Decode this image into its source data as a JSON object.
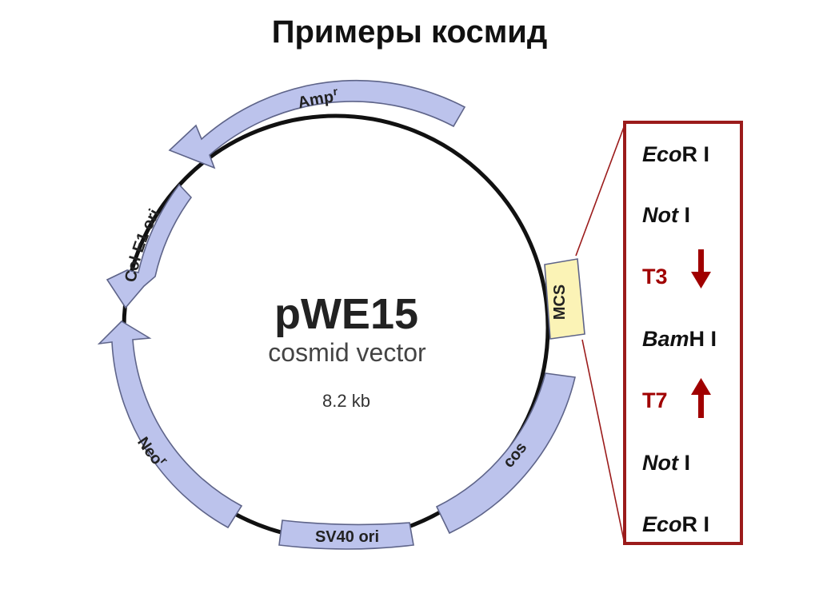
{
  "title": "Примеры космид",
  "plasmid": {
    "name": "pWE15",
    "type": "cosmid vector",
    "size": "8.2 kb"
  },
  "segments": {
    "amp": {
      "label": "Amp",
      "sup": "r"
    },
    "colE1": {
      "label": "Col E1 ori"
    },
    "neo": {
      "label": "Neo",
      "sup": "r"
    },
    "sv40": {
      "label": "SV40 ori"
    },
    "cos": {
      "label": "cos"
    },
    "mcs": {
      "label": "MCS"
    }
  },
  "mcs_sites": [
    {
      "italic": "Eco",
      "rest": "R I"
    },
    {
      "italic": "Not",
      "rest": " I"
    },
    {
      "italic": "",
      "rest": "T3",
      "arrow": "down"
    },
    {
      "italic": "Bam",
      "rest": "H I"
    },
    {
      "italic": "",
      "rest": "T7",
      "arrow": "up"
    },
    {
      "italic": "Not",
      "rest": " I"
    },
    {
      "italic": "Eco",
      "rest": "R I"
    }
  ],
  "colors": {
    "segment_fill": "#bcc3ec",
    "segment_stroke": "#5e6489",
    "mcs_fill": "#fbf3b6",
    "mcs_box_border": "#9b1b1b",
    "promoter_color": "#a00000"
  }
}
